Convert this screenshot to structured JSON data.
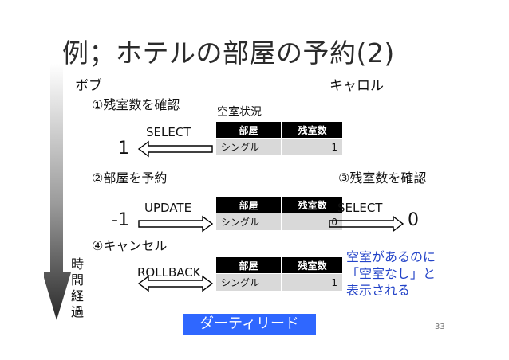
{
  "title": "例；ホテルの部屋の予約(2)",
  "persons": {
    "left": "ボブ",
    "right": "キャロル"
  },
  "status_label": "空室状況",
  "table": {
    "col1": "部屋",
    "col2": "残室数",
    "room": "シングル"
  },
  "steps": {
    "s1": "①残室数を確認",
    "s2": "②部屋を予約",
    "s3": "③残室数を確認",
    "s4": "④キャンセル"
  },
  "ops": {
    "select1": "SELECT",
    "update": "UPDATE",
    "select2": "SELECT",
    "rollback": "ROLLBACK"
  },
  "values": {
    "bob1": "1",
    "bob2": "-1",
    "carol": "0",
    "t1": "1",
    "t2": "0",
    "t3": "1"
  },
  "time_label": "時間経過",
  "note": [
    "空室があるのに",
    "「空室なし」と",
    "表示される"
  ],
  "banner": "ダーティリード",
  "page_number": "33",
  "colors": {
    "note": "#2343c8",
    "banner_bg": "#2f67ff",
    "header_bg": "#000000",
    "cell_bg": "#d9d9d9"
  }
}
